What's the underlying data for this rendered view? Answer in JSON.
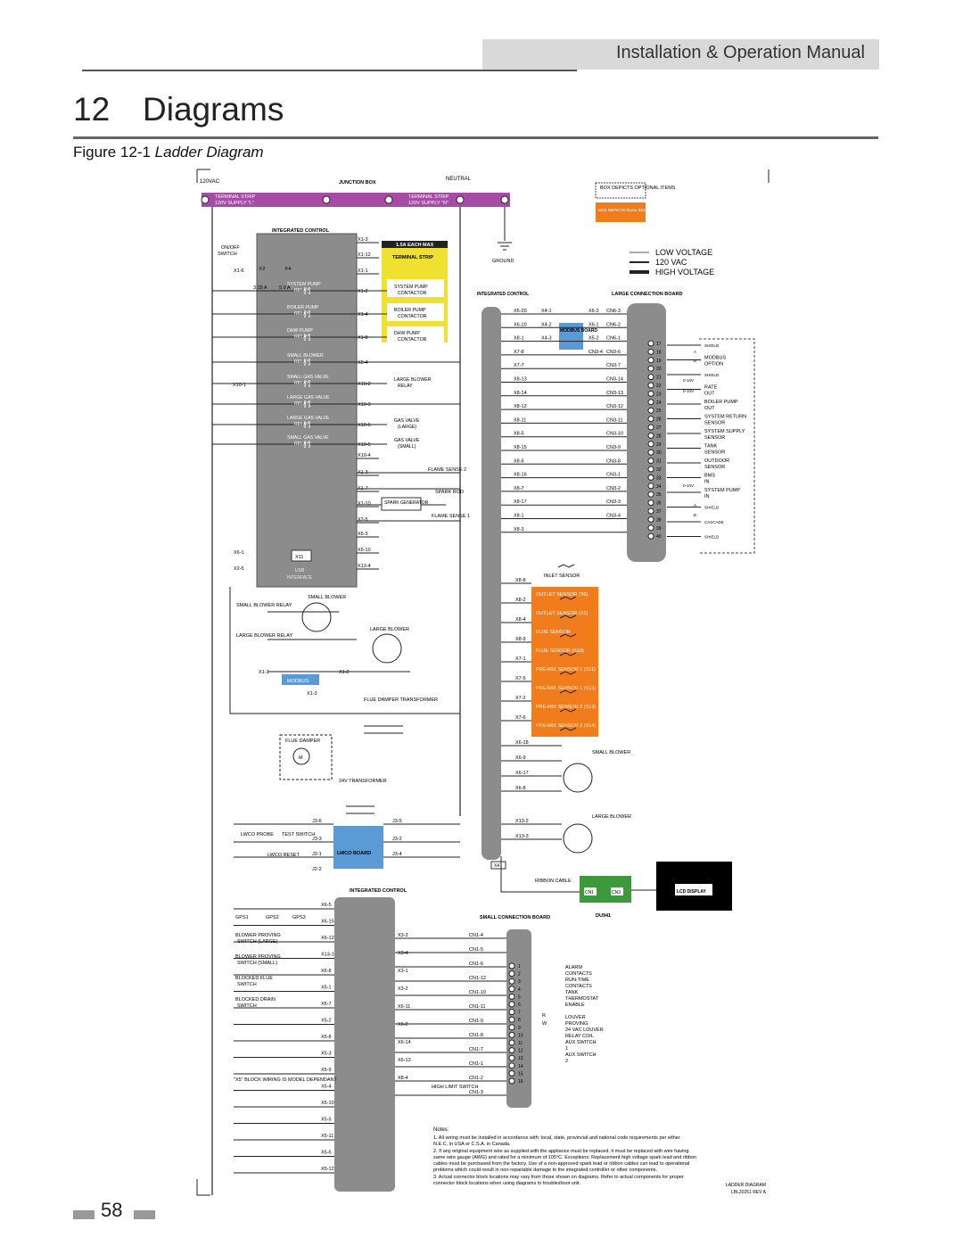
{
  "header": {
    "manual_title": "Installation & Operation Manual"
  },
  "chapter": {
    "number": "12",
    "title": "Diagrams"
  },
  "figure": {
    "number": "Figure 12-1",
    "title": "Ladder Diagram"
  },
  "top": {
    "v120": "120VAC",
    "junction_box": "JUNCTION BOX",
    "neutral": "NEUTRAL",
    "terminal_strip": "TERMINAL STRIP",
    "supply_l": "120V SUPPLY \"L\"",
    "supply_n": "120V SUPPLY \"N\"",
    "ground": "GROUND"
  },
  "box_depicts": {
    "optional": "BOX DEPICTS OPTIONAL ITEMS",
    "dual": "BOX DEPICTS DUAL SENSOR SINGLE HOUSING"
  },
  "legend": {
    "low": "LOW VOLTAGE",
    "mid": "120 VAC",
    "high": "HIGH VOLTAGE"
  },
  "ic": {
    "title": "INTEGRATED CONTROL",
    "onoff": "ON/OFF",
    "switch": "SWITCH",
    "fuse_f2": "F2",
    "fuse_f4": "F4",
    "fuse_f2_rating": "3.15 A",
    "fuse_f4_rating": "5.0 A",
    "each_max": "1.5A EACH MAX",
    "term_strip": "TERMINAL STRIP",
    "x11": "X11",
    "usb": "USB",
    "interface": "INTERFACE"
  },
  "relays": [
    {
      "name": "SYSTEM PUMP RELAY",
      "contact": "X1-2",
      "load": "SYSTEM PUMP CONTACTOR"
    },
    {
      "name": "BOILER PUMP RELAY",
      "contact": "X1-4",
      "load": "BOILER PUMP CONTACTOR"
    },
    {
      "name": "DHW PUMP RELAY",
      "contact": "X1-8",
      "load": "DHW PUMP CONTACTOR"
    },
    {
      "name": "SMALL BLOWER RELAY",
      "contact": "X2-4",
      "load": ""
    },
    {
      "name": "SMALL GAS VALVE RELAY",
      "contact": "X10-2",
      "load": "LARGE BLOWER RELAY"
    },
    {
      "name": "LARGE GAS VALVE RELAY",
      "contact": "X10-3",
      "load": ""
    },
    {
      "name": "LARGE GAS VALVE RELAY",
      "contact": "X10-6",
      "load": "GAS VALVE (LARGE)"
    },
    {
      "name": "SMALL GAS VALVE RELAY",
      "contact": "X10-5",
      "load": "GAS VALVE (SMALL)"
    }
  ],
  "pins_left": [
    "X1-3",
    "X1-12",
    "X1-1",
    "X1-2",
    "X1-4",
    "X1-8",
    "X2-4",
    "X10-2",
    "X10-3",
    "X10-6",
    "X10-5",
    "X10-4",
    "X1-3",
    "X1-7",
    "X1-10",
    "X2-5",
    "X6-3",
    "X6-10",
    "X13-4"
  ],
  "ic_side": {
    "x1_6": "X1-6",
    "x10_1": "X10-1",
    "x6_1": "X6-1",
    "x2_5": "X2-5"
  },
  "flame": {
    "flame2": "FLAME SENSE 2",
    "spark_rod": "SPARK ROD",
    "spark_gen": "SPARK GENERATOR",
    "flame1": "FLAME SENSE 1"
  },
  "blowers": {
    "small_relay": "SMALL BLOWER RELAY",
    "small": "SMALL BLOWER",
    "large_relay": "LARGE BLOWER RELAY",
    "large": "LARGE BLOWER",
    "modbus": "MODBUS",
    "x1_1": "X1-1",
    "x1_2": "X1-2",
    "x1_3": "X1-3",
    "flue_damper_tr": "FLUE DAMPER TRANSFORMER",
    "flue_damper": "FLUE DAMPER",
    "transformer24": "24V TRANSFORMER",
    "motor": "M"
  },
  "lwco": {
    "lwco_probe": "LWCO PROBE",
    "test_switch": "TEST SWITCH",
    "reset": "LWCO RESET",
    "board": "LWCO BOARD",
    "pins": [
      "J3-6",
      "J3-3",
      "J2-1",
      "J2-2",
      "J3-5",
      "J3-2",
      "J3-4"
    ]
  },
  "lower_ic": {
    "title": "INTEGRATED CONTROL",
    "gps": [
      "GPS1",
      "GPS2",
      "GPS3"
    ],
    "switches": [
      "BLOWER PROVING SWITCH (LARGE)",
      "BLOWER PROVING SWITCH (SMALL)",
      "BLOCKED FLUE SWITCH",
      "BLOCKED DRAIN SWITCH"
    ],
    "block": "\"X5\" BLOCK WIRING IS MODEL DEPENDANT",
    "pins": [
      "X6-5",
      "X6-15",
      "X6-12",
      "X13-1",
      "X6-8",
      "X5-1",
      "X5-7",
      "X5-2",
      "X5-8",
      "X5-3",
      "X5-9",
      "X5-4",
      "X5-10",
      "X5-5",
      "X5-11",
      "X5-6",
      "X5-12"
    ],
    "mid_pins": [
      "X3-3",
      "X3-4",
      "X3-1",
      "X3-2",
      "X6-11",
      "X6-2",
      "X6-14",
      "X6-13",
      "X8-4"
    ],
    "high_limit": "HIGH LIMIT SWITCH"
  },
  "small_board": {
    "title": "SMALL CONNECTION BOARD",
    "cn": [
      "CN1-4",
      "CN1-5",
      "CN1-6",
      "CN1-12",
      "CN1-10",
      "CN1-11",
      "CN1-9",
      "CN1-8",
      "CN1-7",
      "CN1-1",
      "CN1-2",
      "CN1-3"
    ],
    "outputs": [
      "ALARM CONTACTS",
      "RUN-TIME CONTACTS",
      "TANK THERMOSTAT",
      "ENABLE",
      "LOUVER PROVING",
      "24 VAC LOUVER RELAY COIL",
      "AUX SWITCH 1",
      "AUX SWITCH 2"
    ],
    "r": "R",
    "w": "W"
  },
  "large_board": {
    "ic_title": "INTEGRATED CONTROL",
    "title": "LARGE CONNECTION BOARD",
    "modbus": "MODBUS BOARD",
    "ic_pins": [
      "X5-20",
      "X6-10",
      "X8-1",
      "X7-8",
      "X7-7",
      "X8-13",
      "X8-14",
      "X8-12",
      "X8-11",
      "X8-5",
      "X8-15",
      "X8-6",
      "X8-16",
      "X8-7",
      "X8-17",
      "X8-1",
      "X8-3"
    ],
    "mb_pins": [
      "X4-1",
      "X4-2",
      "X4-3"
    ],
    "cn_pins": [
      "CN6-3",
      "CN6-2",
      "CN6-1",
      "CN3-6",
      "CN3-7",
      "CN3-14",
      "CN3-13",
      "CN3-12",
      "CN3-11",
      "CN3-10",
      "CN3-9",
      "CN3-8",
      "CN3-1",
      "CN3-2",
      "CN3-3",
      "CN3-4"
    ],
    "cn_right": [
      "X6-3",
      "X6-1",
      "X5-2",
      "CN3-4"
    ],
    "zero10": "0-10V",
    "outputs": [
      "SHIELD",
      "MODBUS OPTION",
      "SHIELD",
      "RATE OUT",
      "BOILER PUMP OUT",
      "SYSTEM RETURN SENSOR",
      "SYSTEM SUPPLY SENSOR",
      "TANK SENSOR",
      "OUTDOOR SENSOR",
      "BMS IN",
      "SYSTEM PUMP IN",
      "SHIELD",
      "CASCADE",
      "SHIELD"
    ],
    "ab": [
      "A",
      "B"
    ]
  },
  "sensors": {
    "inlet": "INLET SENSOR",
    "orange": [
      "OUTLET SENSOR (S9)",
      "OUTLET SENSOR (S1)",
      "FLUE SENSOR",
      "FLUE SENSOR (S10)",
      "PRE-MIX SENSOR 1 (S11)",
      "PRE-MIX SENSOR 1 (S13)",
      "PRE-MIX SENSOR 2 (S12)",
      "PRE-MIX SENSOR 2 (S14)"
    ],
    "pins": [
      "X8-8",
      "X8-2",
      "X8-4",
      "X8-9",
      "X7-1",
      "X7-5",
      "X7-2",
      "X7-6"
    ],
    "sb_pins": [
      "X6-18",
      "X6-9",
      "X6-17",
      "X6-8"
    ],
    "lb_pins": [
      "X13-2",
      "X13-3"
    ],
    "small_blower": "SMALL BLOWER",
    "large_blower": "LARGE BLOWER",
    "x4": "X4",
    "ribbon": "RIBBON CABLE",
    "cn1": "CN1",
    "cn3": "CN3",
    "du": "DU941",
    "lcd": "LCD DISPLAY"
  },
  "notes": {
    "title": "Notes:",
    "lines": [
      "1. All wiring must be installed in accordance with: local, state, provincial and national code requirements per either N.E.C. in USA or C.S.A. in Canada.",
      "2. If any original equipment wire as supplied with the appliance must be replaced, it must be replaced with wire having same wire gauge (AWG) and rated for a minimum of 105°C. Exceptions: Replacement high voltage spark lead and ribbon cables must be purchased from the factory. Use of a non-approved spark lead or ribbon cables can lead to operational problems which could result in non-repairable damage to the integrated controller or other components.",
      "3. Actual connector block locations may vary from those shown on diagrams. Refer to actual components for proper connector block locations when using diagrams to troubleshoot unit."
    ],
    "diagram_label": "LADDER DIAGRAM",
    "doc_num": "LBL20251 REV A"
  },
  "page": {
    "number": "58"
  }
}
